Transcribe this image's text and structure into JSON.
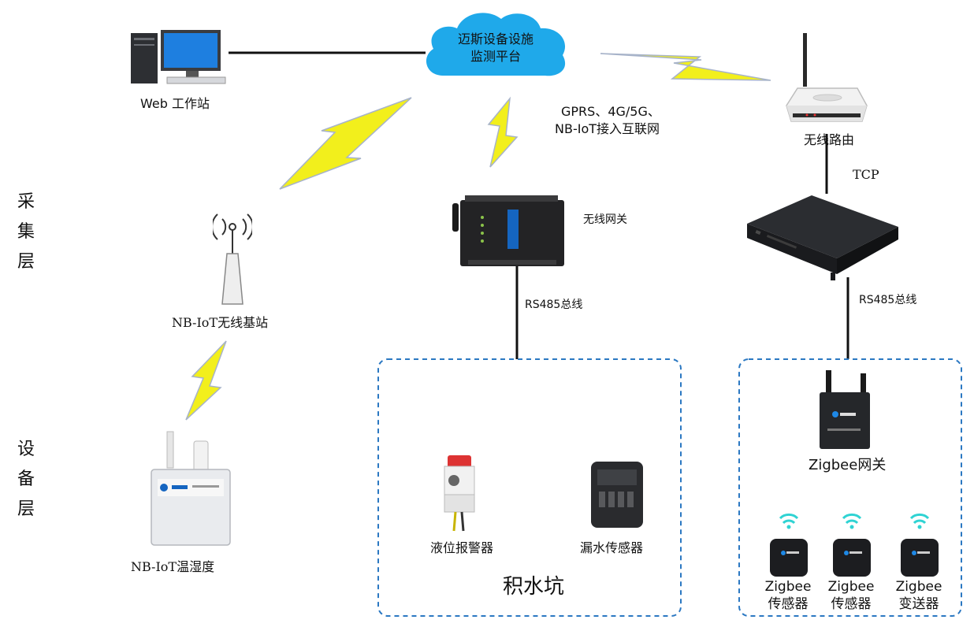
{
  "layers": {
    "collect": "采集层",
    "device": "设备层"
  },
  "cloud": {
    "line1": "迈斯设备设施",
    "line2": "监测平台"
  },
  "workstation": {
    "label": "Web 工作站"
  },
  "network": {
    "line1": "GPRS、4G/5G、",
    "line2": "NB-IoT接入互联网"
  },
  "router": {
    "label": "无线路由"
  },
  "tcp": {
    "label": "TCP"
  },
  "gateway": {
    "label": "无线网关"
  },
  "rs485_left": {
    "label": "RS485总线"
  },
  "rs485_right": {
    "label": "RS485总线"
  },
  "nb_station": {
    "label": "NB-IoT无线基站"
  },
  "nb_sensor": {
    "label": "NB-IoT温湿度"
  },
  "pit": {
    "title": "积水坑",
    "level_alarm": "液位报警器",
    "leak_sensor": "漏水传感器"
  },
  "zigbee": {
    "gateway": "Zigbee网关",
    "devices": [
      {
        "line1": "Zigbee",
        "line2": "传感器"
      },
      {
        "line1": "Zigbee",
        "line2": "传感器"
      },
      {
        "line1": "Zigbee",
        "line2": "变送器"
      }
    ]
  },
  "colors": {
    "cloud": "#1fa9ea",
    "lightning": "#f2ef1c",
    "lightning_edge": "#a7b3c9",
    "dashed": "#2b78c2"
  }
}
